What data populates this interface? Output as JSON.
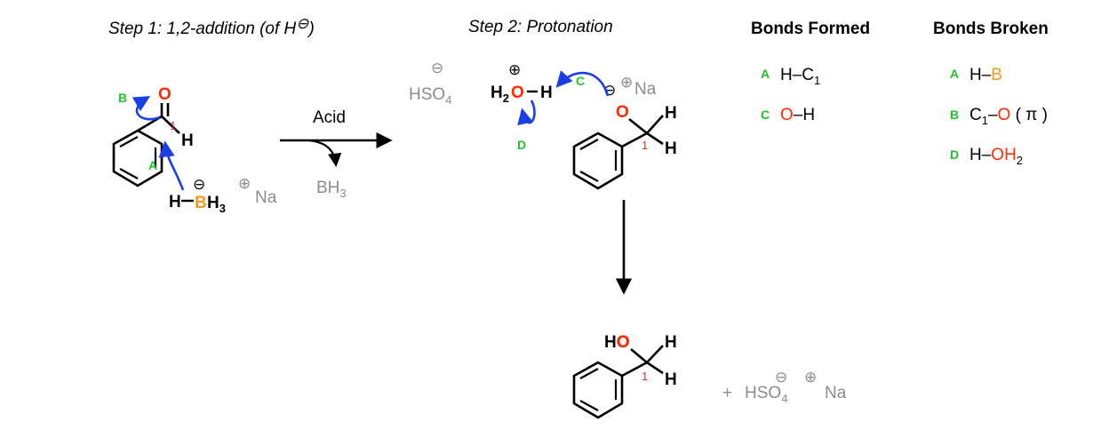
{
  "titles": {
    "step1": "Step 1: 1,2-addition (of H",
    "step2": "Step 2: Protonation",
    "bonds_formed": "Bonds Formed",
    "bonds_broken": "Bonds Broken"
  },
  "reagent": {
    "label": "Acid",
    "byproduct": "BH",
    "byproduct_sub": "3"
  },
  "charges": {
    "minus": "⊖",
    "plus": "⊕"
  },
  "atoms": {
    "O": "O",
    "H": "H",
    "B": "B",
    "H3": "H",
    "H3_sub": "3",
    "Na": "Na",
    "HSO": "HSO",
    "HSO_sub": "4",
    "H2": "H",
    "H2_sub": "2",
    "HO": "HO",
    "num1": "1",
    "plus": "+"
  },
  "arrow_labels": {
    "A": "A",
    "B": "B",
    "C": "C",
    "D": "D"
  },
  "bonds_formed": [
    {
      "tag": "A",
      "text_a": "H–C",
      "sub": "1",
      "text_b": ""
    },
    {
      "tag": "C",
      "text_a": "O",
      "text_b": "–H"
    }
  ],
  "bonds_broken": [
    {
      "tag": "A",
      "text_a": "H–",
      "text_b": "B"
    },
    {
      "tag": "B",
      "text_a": "C",
      "sub": "1",
      "text_b": "–",
      "text_c": "O",
      "text_d": " ( π )"
    },
    {
      "tag": "D",
      "text_a": "H–",
      "text_b": "OH",
      "sub": "2"
    }
  ],
  "colors": {
    "oxygen": "#ff2a00",
    "boron": "#f39a1e",
    "label_green": "#22c22a",
    "arrow_blue": "#1a3fe6",
    "gray": "#8c8c8c",
    "numeral_red": "#e0302a"
  }
}
